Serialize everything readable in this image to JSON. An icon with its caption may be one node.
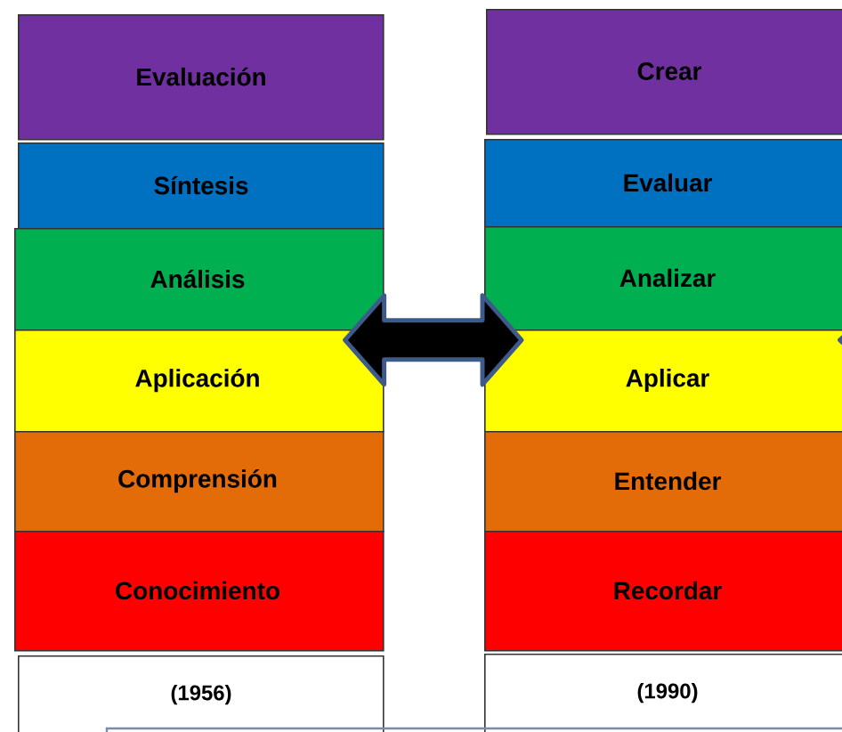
{
  "diagram": {
    "nodes": [
      {
        "text": [
          "Evaluación"
        ]
      },
      {
        "text": [
          "Síntesis"
        ]
      },
      {
        "text": [
          "Análisis"
        ]
      },
      {
        "text": [
          "Aplicación"
        ]
      },
      {
        "text": [
          "Comprensión"
        ]
      },
      {
        "text": [
          "Conocimiento"
        ]
      },
      {
        "text": [
          "(1956)"
        ]
      },
      {
        "text": [
          "Crear"
        ]
      },
      {
        "text": [
          "Evaluar"
        ]
      },
      {
        "text": [
          "Analizar"
        ]
      },
      {
        "text": [
          "Aplicar"
        ]
      },
      {
        "text": [
          "Entender"
        ]
      },
      {
        "text": [
          "Recordar"
        ]
      },
      {
        "text": [
          "(1990)"
        ]
      }
    ],
    "edges": [
      {
        "from": 3,
        "to": 10,
        "arrow": "both"
      },
      {
        "from": null,
        "to": 10,
        "arrow": "to"
      }
    ]
  }
}
